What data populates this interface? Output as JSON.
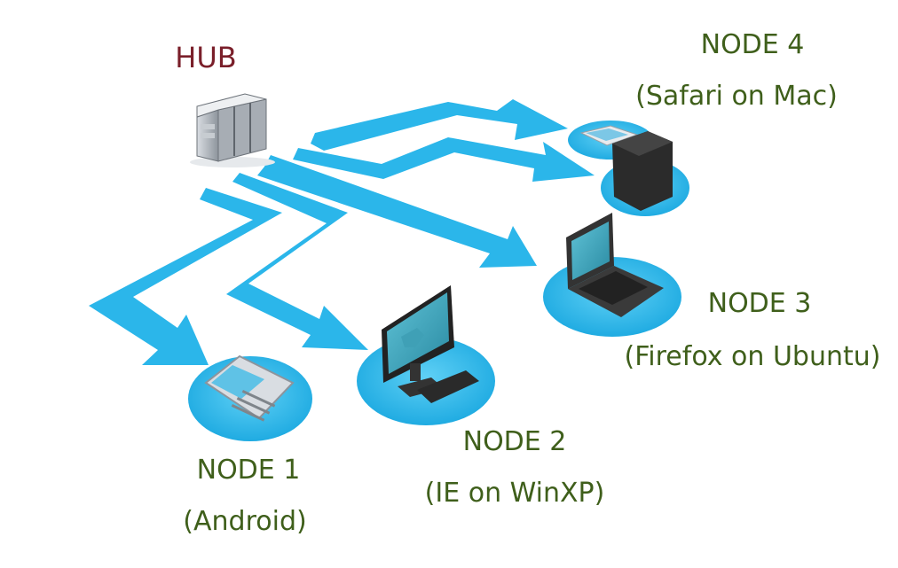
{
  "diagram": {
    "hub": {
      "label": "HUB",
      "label_color": "#7a1f2a"
    },
    "nodes": [
      {
        "id": "node-1",
        "title": "NODE 1",
        "subtitle": "(Android)",
        "device": "tablet-icon"
      },
      {
        "id": "node-2",
        "title": "NODE 2",
        "subtitle": "(IE on WinXP)",
        "device": "desktop-monitor-icon"
      },
      {
        "id": "node-3",
        "title": "NODE 3",
        "subtitle": "(Firefox on Ubuntu)",
        "device": "laptop-icon"
      },
      {
        "id": "node-4",
        "title": "NODE 4",
        "subtitle": "(Safari on Mac)",
        "device": "mac-mini-icon"
      }
    ],
    "colors": {
      "arrow": "#2bb6ea",
      "platform": "#2bb6ea",
      "node_label": "#3f5f1b",
      "device_dark": "#2b2b2b"
    }
  }
}
